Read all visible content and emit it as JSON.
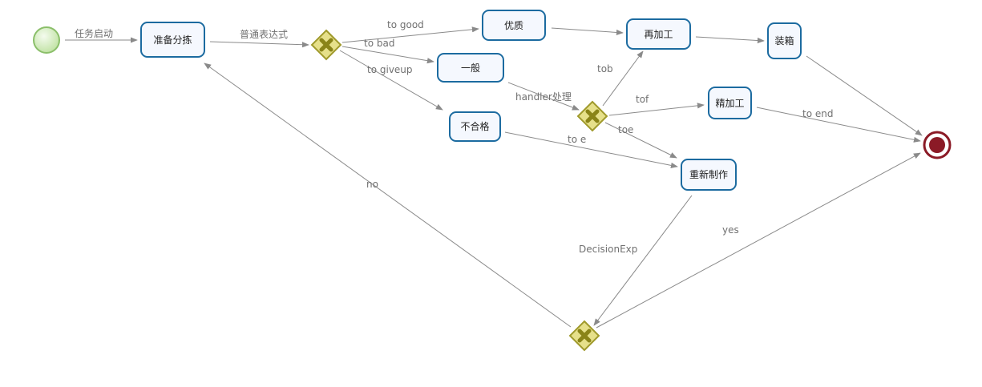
{
  "colors": {
    "task_stroke": "#1c6ba0",
    "task_fill": "#f5f8fe",
    "gateway_fill": "#e6e08a",
    "gateway_stroke": "#a09a2c",
    "end_fill": "#8b1a26",
    "start_fill": "#d4ecc0",
    "edge": "#8a8a8a"
  },
  "nodes": {
    "start": {
      "type": "start-event"
    },
    "prepare": {
      "type": "task",
      "label": "准备分拣"
    },
    "gw1": {
      "type": "exclusive-gateway"
    },
    "good": {
      "type": "task",
      "label": "优质"
    },
    "normal": {
      "type": "task",
      "label": "一般"
    },
    "reject": {
      "type": "task",
      "label": "不合格"
    },
    "gw2": {
      "type": "exclusive-gateway"
    },
    "rework": {
      "type": "task",
      "label": "再加工"
    },
    "finish": {
      "type": "task",
      "label": "精加工"
    },
    "pack": {
      "type": "task",
      "label": "装箱"
    },
    "remake": {
      "type": "task",
      "label": "重新制作"
    },
    "gw3": {
      "type": "exclusive-gateway"
    },
    "end": {
      "type": "end-event"
    }
  },
  "edges": [
    {
      "from": "start",
      "to": "prepare",
      "label": "任务启动"
    },
    {
      "from": "prepare",
      "to": "gw1",
      "label": "普通表达式"
    },
    {
      "from": "gw1",
      "to": "good",
      "label": "to good"
    },
    {
      "from": "gw1",
      "to": "normal",
      "label": "to bad"
    },
    {
      "from": "gw1",
      "to": "reject",
      "label": "to giveup"
    },
    {
      "from": "good",
      "to": "rework",
      "label": ""
    },
    {
      "from": "normal",
      "to": "gw2",
      "label": "handler处理"
    },
    {
      "from": "gw2",
      "to": "rework",
      "label": "tob"
    },
    {
      "from": "gw2",
      "to": "finish",
      "label": "tof"
    },
    {
      "from": "gw2",
      "to": "remake",
      "label": "toe"
    },
    {
      "from": "reject",
      "to": "remake",
      "label": "to e"
    },
    {
      "from": "rework",
      "to": "pack",
      "label": ""
    },
    {
      "from": "pack",
      "to": "end",
      "label": ""
    },
    {
      "from": "finish",
      "to": "end",
      "label": "to end"
    },
    {
      "from": "remake",
      "to": "gw3",
      "label": "DecisionExp"
    },
    {
      "from": "gw3",
      "to": "end",
      "label": "yes"
    },
    {
      "from": "gw3",
      "to": "prepare",
      "label": "no"
    }
  ]
}
